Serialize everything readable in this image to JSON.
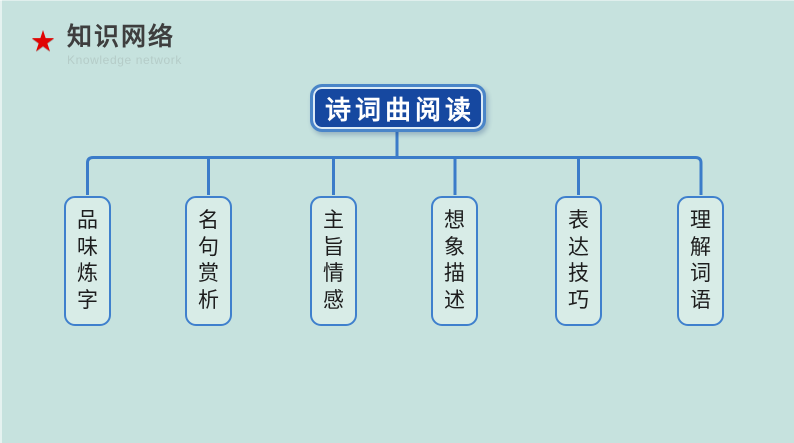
{
  "header": {
    "title": "知识网络",
    "subtitle": "Knowledge network",
    "star_icon": "star-icon"
  },
  "diagram": {
    "root": {
      "label": "诗词曲阅读"
    },
    "branches": [
      {
        "label": "品味炼字"
      },
      {
        "label": "名句赏析"
      },
      {
        "label": "主旨情感"
      },
      {
        "label": "想象描述"
      },
      {
        "label": "表达技巧"
      },
      {
        "label": "理解词语"
      }
    ]
  },
  "colors": {
    "background": "#c6e2de",
    "connector": "#3b7cc9",
    "root_fill": "#1648a0",
    "root_border": "#4a85c8",
    "root_inner_ring": "#dcebf7",
    "root_text": "#ffffff",
    "branch_fill": "#d8ece7",
    "branch_border": "#3f80cd",
    "branch_text": "#1d1d1d",
    "header_title_text": "#3e3e3e",
    "header_subtitle_text": "#b5ccc8",
    "star": "#e00402"
  }
}
